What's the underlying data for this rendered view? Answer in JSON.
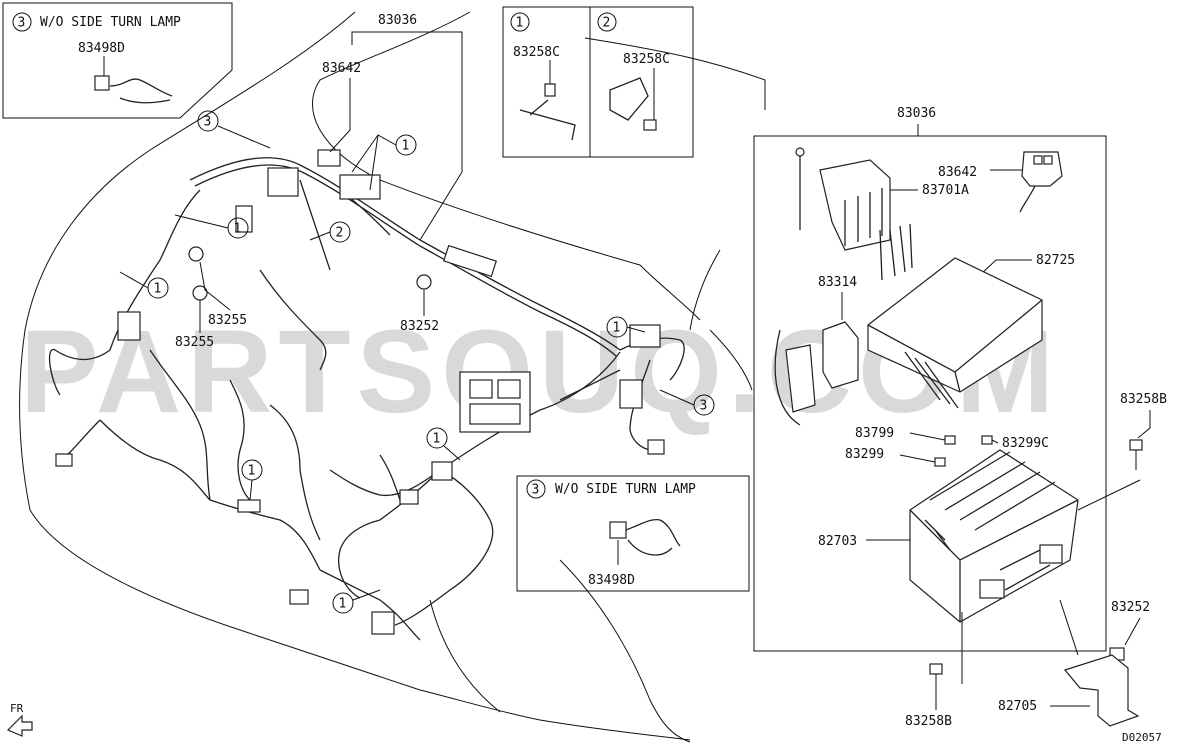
{
  "watermark": "PARTSOUQ.COM",
  "diagram_code": "D02057",
  "front_marker": "FR",
  "callouts": {
    "c1": "1",
    "c2": "2",
    "c3": "3"
  },
  "notes": {
    "wo_side_turn_lamp": "W/O SIDE TURN LAMP"
  },
  "parts": {
    "p83036_main": "83036",
    "p83036_box": "83036",
    "p83642_main": "83642",
    "p83642_box": "83642",
    "p83498d_top": "83498D",
    "p83498d_mid": "83498D",
    "p83258c_1": "83258C",
    "p83258c_2": "83258C",
    "p83701a": "83701A",
    "p82725": "82725",
    "p83314": "83314",
    "p83799": "83799",
    "p83299c": "83299C",
    "p83299": "83299",
    "p82703": "82703",
    "p83258b_right": "83258B",
    "p83258b_bottom": "83258B",
    "p83252_right": "83252",
    "p83252_mid": "83252",
    "p82705": "82705",
    "p83255_a": "83255",
    "p83255_b": "83255"
  }
}
